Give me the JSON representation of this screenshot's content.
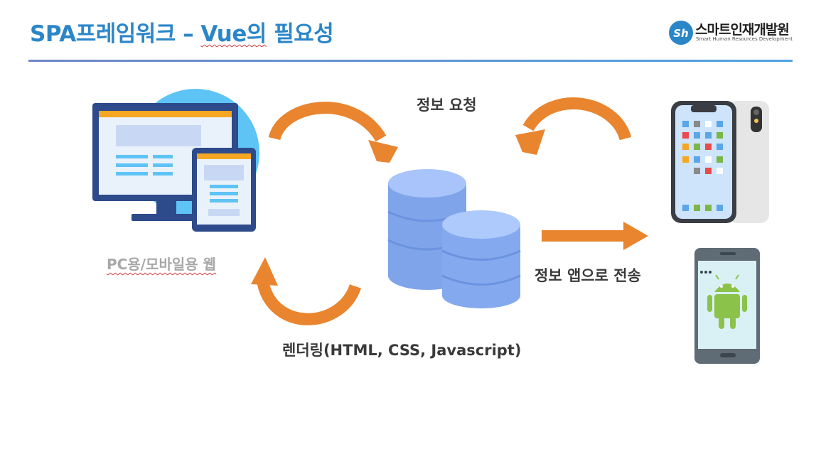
{
  "header": {
    "title_prefix": "SPA프레임워크 – ",
    "title_vue": "Vue의",
    "title_suffix": " 필요성",
    "logo_mark": "Sh",
    "logo_name": "스마트인재개발원",
    "logo_subtitle": "Smart Human Resources Development"
  },
  "labels": {
    "info_request": "정보 요청",
    "pc_mobile_web": "PC용/모바일용 웹",
    "send_to_app": "정보 앱으로 전송",
    "rendering": "렌더링(HTML, CSS, Javascript)"
  },
  "colors": {
    "title": "#2b86c8",
    "arrow": "#e9852f",
    "database": "#8fb2f4",
    "monitor_accent": "#f5a623",
    "android": "#8bc34a"
  },
  "icons": {
    "desktop": "desktop-tablet-icon",
    "database": "database-icon",
    "iphone": "iphone-icon",
    "android_phone": "android-phone-icon"
  }
}
